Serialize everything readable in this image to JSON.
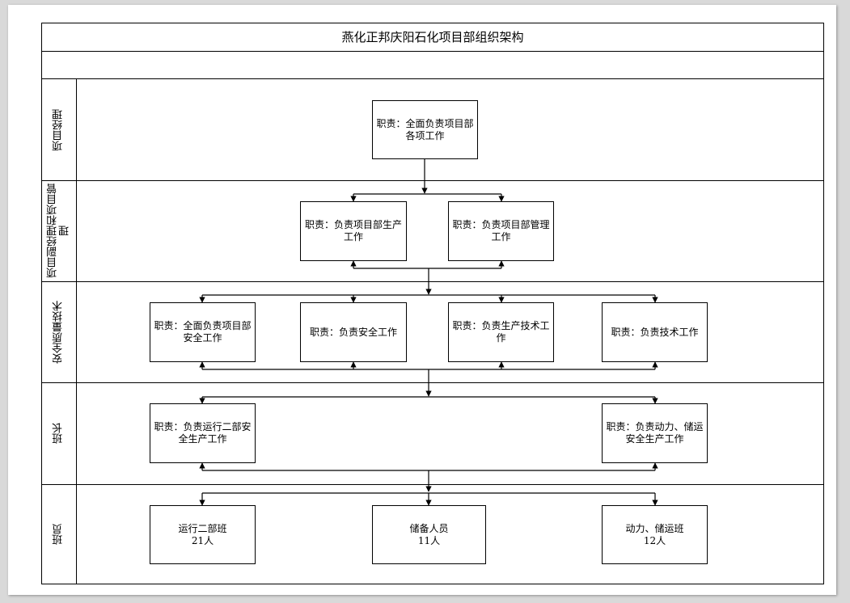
{
  "diagram": {
    "title": "燕化正邦庆阳石化项目部组织架构",
    "lanes": [
      {
        "label": "项目经理"
      },
      {
        "label": "项目副经理和项目管理"
      },
      {
        "label": "安全质量技术"
      },
      {
        "label": "班长"
      },
      {
        "label": "班员"
      }
    ],
    "boxes": {
      "pm": "职责：全面负责项目部各项工作",
      "deputy_production": "职责：负责项目部生产工作",
      "deputy_management": "职责：负责项目部管理工作",
      "safety_all": "职责：全面负责项目部安全工作",
      "safety": "职责：负责安全工作",
      "production_tech": "职责：负责生产技术工作",
      "tech": "职责：负责技术工作",
      "leader_run2": "职责：负责运行二部安全生产工作",
      "leader_power": "职责：负责动力、储运安全生产工作",
      "team_run2": {
        "name": "运行二部班",
        "count": "21人"
      },
      "team_reserve": {
        "name": "储备人员",
        "count": "11人"
      },
      "team_power": {
        "name": "动力、储运班",
        "count": "12人"
      }
    }
  }
}
